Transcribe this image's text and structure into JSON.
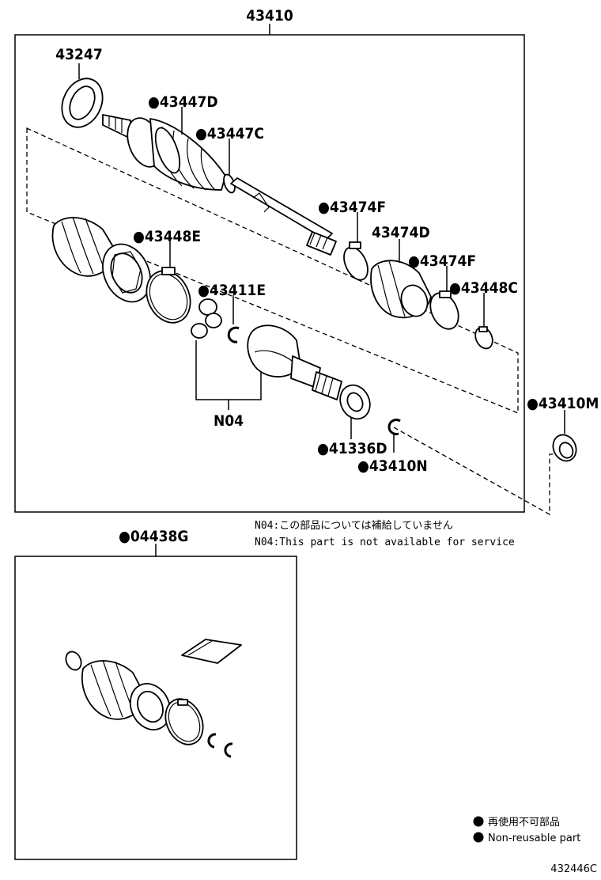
{
  "main_assembly": {
    "part_number": "43410"
  },
  "labels": {
    "p43247": "43247",
    "p43447D": "●43447D",
    "p43447C": "●43447C",
    "p43474F_a": "●43474F",
    "p43474D": "43474D",
    "p43474F_b": "●43474F",
    "p43448C": "●43448C",
    "p43448E": "●43448E",
    "p43411E": "●43411E",
    "pN04": "N04",
    "p41336D": "●41336D",
    "p43410N": "●43410N",
    "p43410M": "●43410M",
    "p04438G": "●04438G"
  },
  "notes": {
    "n04_jp": "N04:この部品については補給していません",
    "n04_en": "N04:This part is not available for service"
  },
  "legend": {
    "jp": "再使用不可部品",
    "en": "Non-reusable part"
  },
  "diagram_id": "432446C"
}
